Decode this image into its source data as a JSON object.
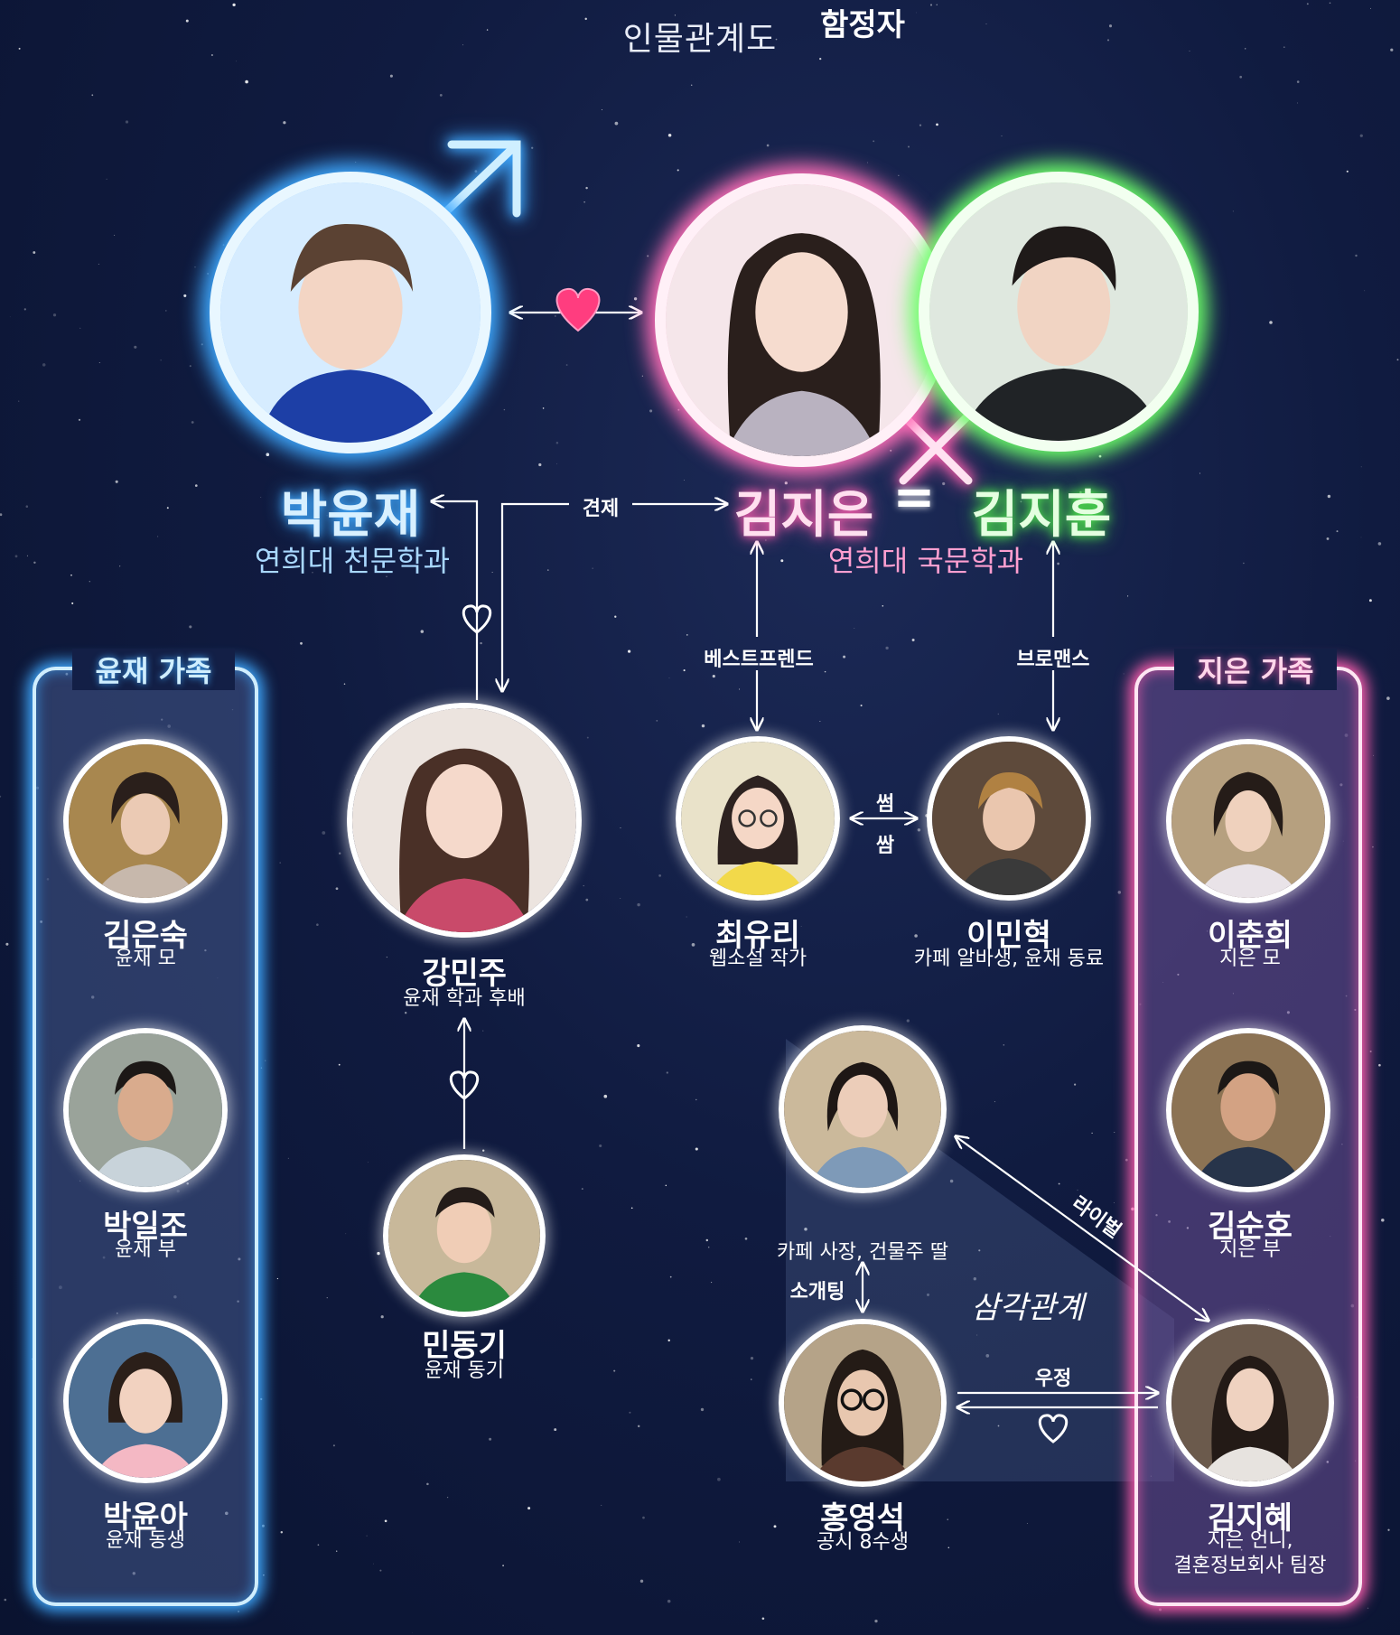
{
  "title": "인물관계도",
  "main": {
    "yunjae": {
      "name": "박윤재",
      "desc": "연희대 천문학과"
    },
    "jieun": {
      "name": "김지은"
    },
    "jihun": {
      "name": "김지훈"
    },
    "twins_desc": "연희대 국문학과",
    "equals": "="
  },
  "relations": {
    "check": "견제",
    "bestfriend": "베스트프렌드",
    "bromance": "브로맨스",
    "some1": "썸",
    "some2": "쌈",
    "rival": "라이벌",
    "blind_date": "소개팅",
    "friendship": "우정",
    "triangle": "삼각관계"
  },
  "characters": {
    "minju": {
      "name": "강민주",
      "role": "윤재 학과 후배"
    },
    "donggi": {
      "name": "민동기",
      "role": "윤재 동기"
    },
    "yuri": {
      "name": "최유리",
      "role": "웹소설 작가"
    },
    "minhyuk": {
      "name": "이민혁",
      "role": "카페 알바생, 윤재 동료"
    },
    "jeongja": {
      "name": "함정자",
      "role": "카페 사장, 건물주 딸"
    },
    "youngseok": {
      "name": "홍영석",
      "role": "공시 8수생"
    },
    "jihye": {
      "name": "김지혜",
      "role1": "지은 언니,",
      "role2": "결혼정보회사 팀장"
    }
  },
  "yunjae_family": {
    "title": "윤재 가족",
    "members": [
      {
        "name": "김은숙",
        "role": "윤재 모"
      },
      {
        "name": "박일조",
        "role": "윤재 부"
      },
      {
        "name": "박윤아",
        "role": "윤재 동생"
      }
    ]
  },
  "jieun_family": {
    "title": "지은 가족",
    "members": [
      {
        "name": "이춘희",
        "role": "지은 모"
      },
      {
        "name": "김순호",
        "role": "지은 부"
      }
    ]
  },
  "colors": {
    "blue": "#3fa9ff",
    "pink": "#ff5faf",
    "green": "#4fe84c",
    "heart": "#ff3d7f"
  }
}
